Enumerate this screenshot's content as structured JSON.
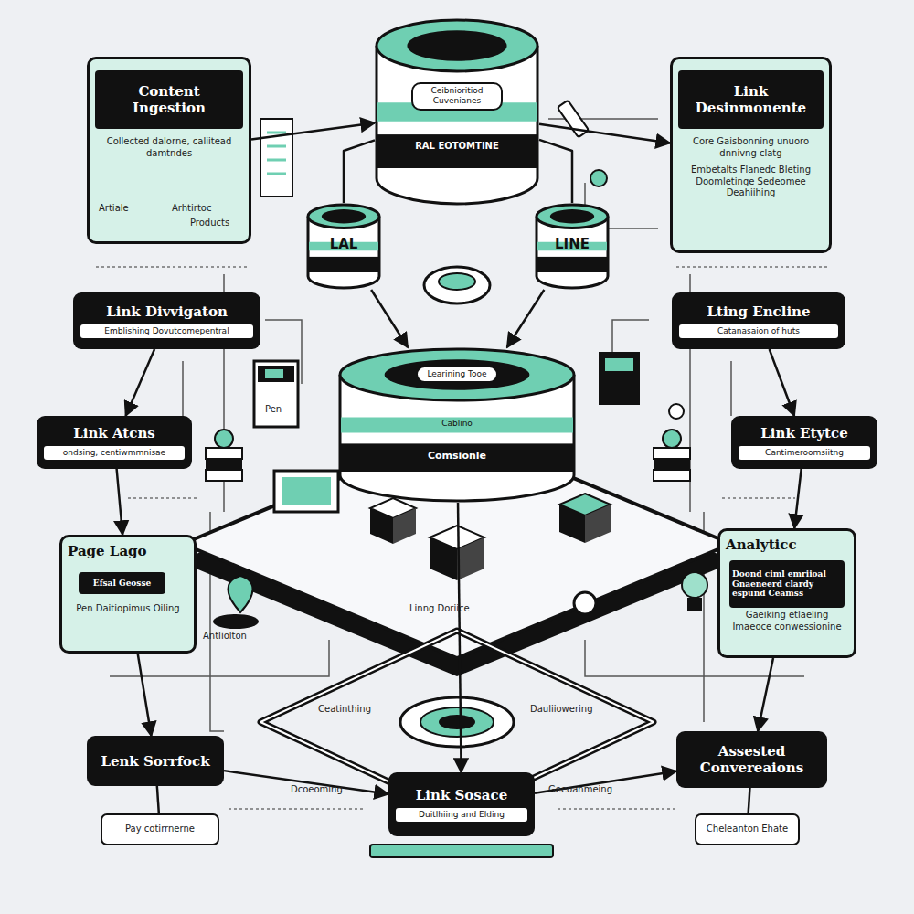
{
  "diagram": {
    "nodes": [
      {
        "text": [
          "Content Ingestion",
          "Collected dalorne, caliitead damtndes"
        ]
      },
      {
        "text": [
          "Link Desinmonente",
          "Core Gaisbonning unuoro dnnivng clatg",
          "Embetalts Flanedc Bleting Doomletinge Sedeomee Deahiihing"
        ]
      },
      {
        "text": [
          "Ceibnioritiod Cuvenianes",
          "RAL EOTOMTINE"
        ]
      },
      {
        "text": [
          "LAL"
        ]
      },
      {
        "text": [
          "LINE"
        ]
      },
      {
        "text": [
          "Link Divvigaton",
          "Emblishing Dovutcomepentral"
        ]
      },
      {
        "text": [
          "Lting Encline",
          "Catanasaion of huts"
        ]
      },
      {
        "text": [
          "Learining Tooe",
          "Cablino",
          "Comsionle"
        ]
      },
      {
        "text": [
          "Link Atcns",
          "ondsing, centiwmmnisae"
        ]
      },
      {
        "text": [
          "Link Etytce",
          "Cantimeroomsiitng"
        ]
      },
      {
        "text": [
          "Page Lago",
          "Pen Daitiopimus Oiling"
        ]
      },
      {
        "text": [
          "Efsal Geosse"
        ],
        "in": 10
      },
      {
        "text": [
          "Analyticc",
          "Gaeiking etlaeling Imaeoce conwessionine"
        ]
      },
      {
        "text": [
          "Doond ciml emriioal Gnaeneerd clardy espund Ceamss"
        ],
        "in": 12
      },
      {
        "text": [
          "Lenk Sorrfock"
        ]
      },
      {
        "text": [
          "Pay cotirrnerne"
        ]
      },
      {
        "text": [
          "Link Sosace",
          "Duitlhiing and Elding"
        ]
      },
      {
        "text": [
          "Assested Convereaions"
        ]
      },
      {
        "text": [
          "Cheleanton Ehate"
        ]
      }
    ],
    "edges": [
      {
        "from": 0,
        "to": 2,
        "arrow": "to"
      },
      {
        "from": 2,
        "to": 1,
        "arrow": "to"
      },
      {
        "from": 2,
        "to": 3,
        "arrow": "none"
      },
      {
        "from": 2,
        "to": 4,
        "arrow": "none"
      },
      {
        "from": 3,
        "to": 7,
        "arrow": "to"
      },
      {
        "from": 4,
        "to": 7,
        "arrow": "to"
      },
      {
        "from": 5,
        "to": 8,
        "arrow": "to"
      },
      {
        "from": 6,
        "to": 9,
        "arrow": "to"
      },
      {
        "from": 8,
        "to": 10,
        "arrow": "to"
      },
      {
        "from": 9,
        "to": 12,
        "arrow": "to"
      },
      {
        "from": 10,
        "to": 14,
        "arrow": "to"
      },
      {
        "from": 12,
        "to": 17,
        "arrow": "to"
      },
      {
        "from": 14,
        "to": 15,
        "arrow": "none"
      },
      {
        "from": 17,
        "to": 18,
        "arrow": "none"
      },
      {
        "from": 7,
        "to": 16,
        "arrow": "to"
      },
      {
        "from": 14,
        "to": 16,
        "arrow": "to"
      },
      {
        "from": 16,
        "to": 17,
        "arrow": "to"
      }
    ],
    "labels": [
      "Artiale",
      "Arhtirtoc",
      "Products",
      "Pen",
      "Antliolton",
      "Linng Doriice",
      "Dcoeoming",
      "Ceatinthing",
      "Dauliiowering",
      "Geeoanmeing"
    ]
  }
}
